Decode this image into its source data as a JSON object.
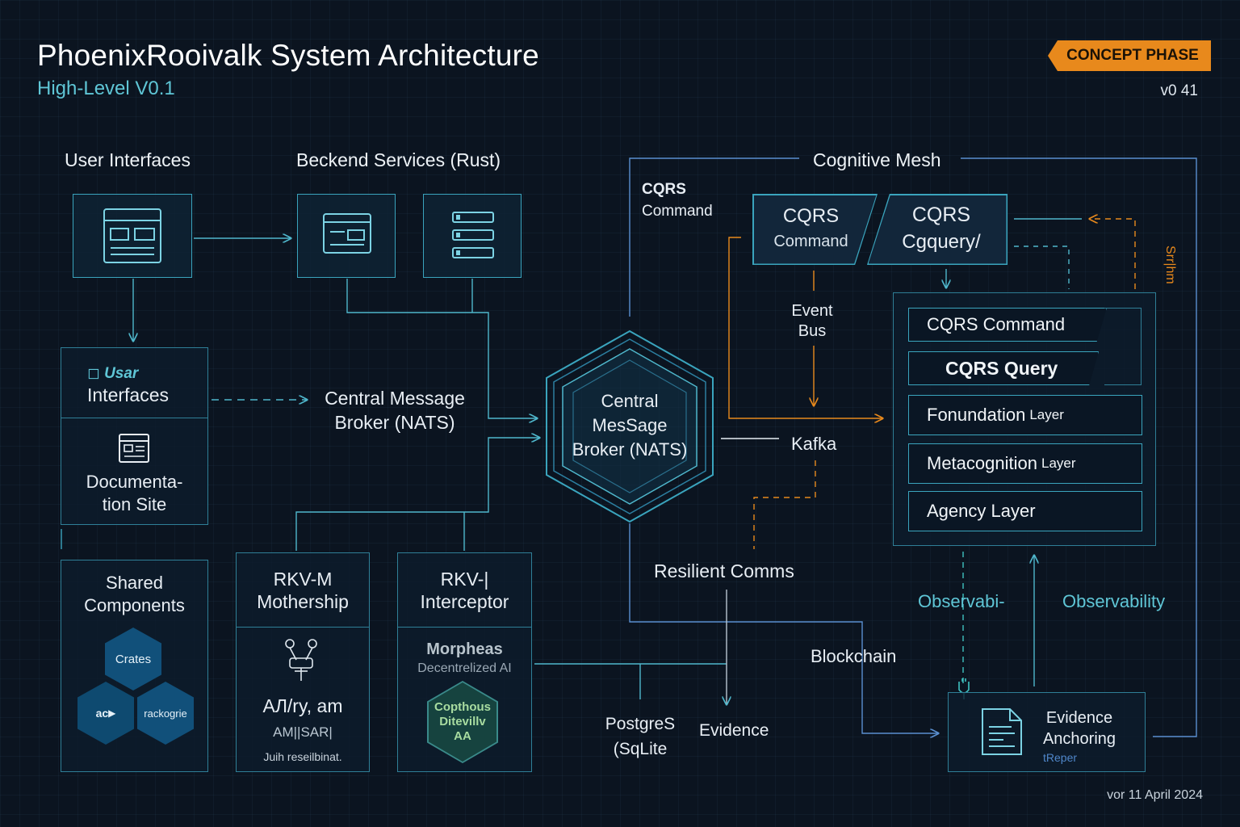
{
  "header": {
    "title": "PhoenixRooivalk System Architecture",
    "subtitle": "High-Level V0.1",
    "phase_badge": "CONCEPT PHASE",
    "version": "v0 41",
    "date": "vor 11 April 2024"
  },
  "sections": {
    "user_interfaces": "User Interfaces",
    "backend_services": "Beckend Services (Rust)",
    "cognitive_mesh": "Cognitive Mesh"
  },
  "ui_panel": {
    "user_label_italic": "Usar",
    "user_label": "Interfaces",
    "doc_label": "Documenta-\ntion Site"
  },
  "broker": {
    "left_label": "Central Message\nBroker (NATS)",
    "hex_label": "Central\nMesSage\nBroker (NATS)"
  },
  "cqrs": {
    "side_title": "CQRS",
    "side_sub": "Command",
    "command_title": "CQRS",
    "command_sub": "Command",
    "query_title": "CQRS",
    "query_sub": "Cgquery/"
  },
  "event_bus": "Event\nBus",
  "kafka": "Kafka",
  "mesh_side_text": "Srr|hm",
  "layers": [
    {
      "main": "CQRS Command",
      "small": ""
    },
    {
      "main": "CQRS Query",
      "small": ""
    },
    {
      "main": "Fonundation",
      "small": "Layer"
    },
    {
      "main": "Metacognition",
      "small": "Layer"
    },
    {
      "main": "Agency Layer",
      "small": ""
    }
  ],
  "shared": {
    "title": "Shared\nComponents",
    "hex_crates": "Crates",
    "hex_left": "ac",
    "hex_right": "rackogrie"
  },
  "rkv_m": {
    "title": "RKV-M\nMothership",
    "scribble": "AЛ/ry, am",
    "sub": "AM||SAR|",
    "foot": "Juih reseilbinat."
  },
  "rkv_i": {
    "title": "RKV-|\nInterceptor",
    "morph_title": "Morpheas",
    "morph_sub": "Decentrelized AI",
    "hex_text": "Copthous\nDitevillv\nAA"
  },
  "resilient_comms": "Resilient Comms",
  "postgres": "PostgreS\n(SqLite",
  "evidence": "Evidence",
  "blockchain": "Blockchain",
  "observability_left": "Observabi-",
  "observability_right": "Observability",
  "evidence_anchoring": {
    "title": "Evidence\nAnchoring",
    "sub": "tReper"
  },
  "colors": {
    "background": "#0b1420",
    "accent_cyan": "#3aa4bd",
    "accent_orange": "#e8891c",
    "blue_line": "#4f86c9"
  }
}
